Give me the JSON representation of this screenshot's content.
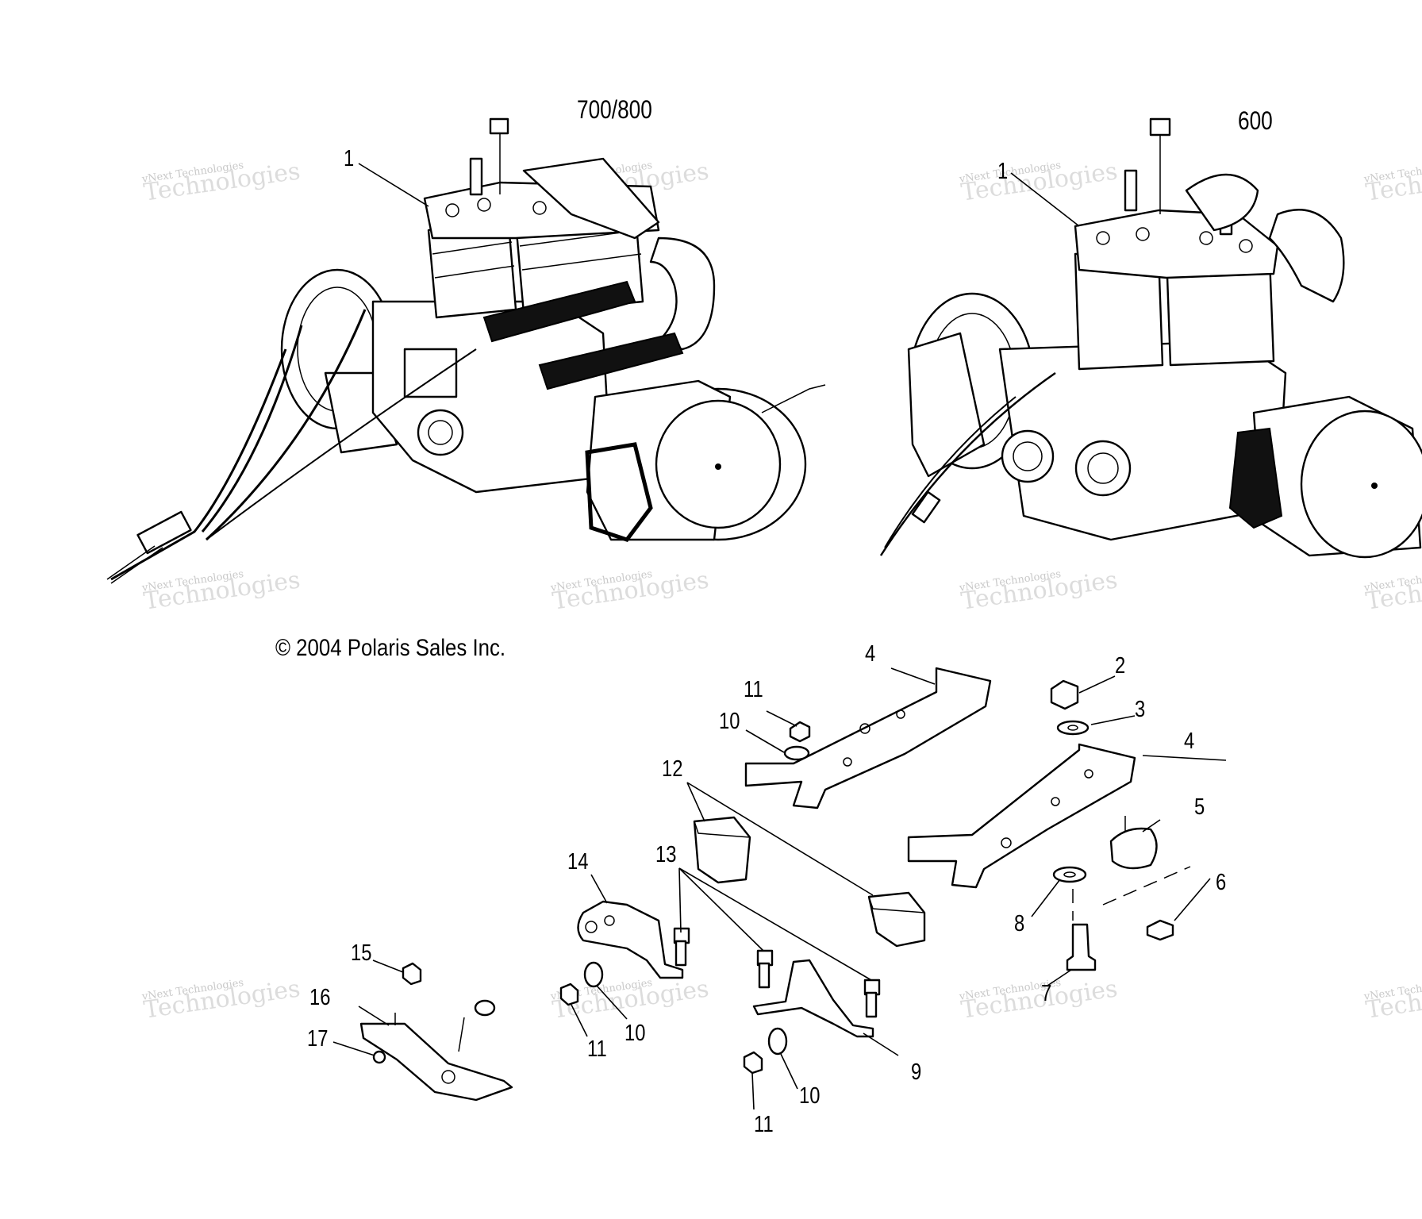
{
  "diagram": {
    "headers": {
      "left": "700/800",
      "right": "600"
    },
    "copyright": "© 2004 Polaris Sales Inc.",
    "watermark": {
      "line1": "vNext Technologies",
      "line2": "Technologies"
    },
    "callouts": [
      {
        "id": "c-1a",
        "text": "1"
      },
      {
        "id": "c-1b",
        "text": "1"
      },
      {
        "id": "c-2",
        "text": "2"
      },
      {
        "id": "c-3",
        "text": "3"
      },
      {
        "id": "c-4a",
        "text": "4"
      },
      {
        "id": "c-4b",
        "text": "4"
      },
      {
        "id": "c-5",
        "text": "5"
      },
      {
        "id": "c-6",
        "text": "6"
      },
      {
        "id": "c-7",
        "text": "7"
      },
      {
        "id": "c-8",
        "text": "8"
      },
      {
        "id": "c-9",
        "text": "9"
      },
      {
        "id": "c-10a",
        "text": "10"
      },
      {
        "id": "c-10b",
        "text": "10"
      },
      {
        "id": "c-10c",
        "text": "10"
      },
      {
        "id": "c-11a",
        "text": "11"
      },
      {
        "id": "c-11b",
        "text": "11"
      },
      {
        "id": "c-11c",
        "text": "11"
      },
      {
        "id": "c-12",
        "text": "12"
      },
      {
        "id": "c-13",
        "text": "13"
      },
      {
        "id": "c-14",
        "text": "14"
      },
      {
        "id": "c-15",
        "text": "15"
      },
      {
        "id": "c-16",
        "text": "16"
      },
      {
        "id": "c-17",
        "text": "17"
      }
    ]
  }
}
